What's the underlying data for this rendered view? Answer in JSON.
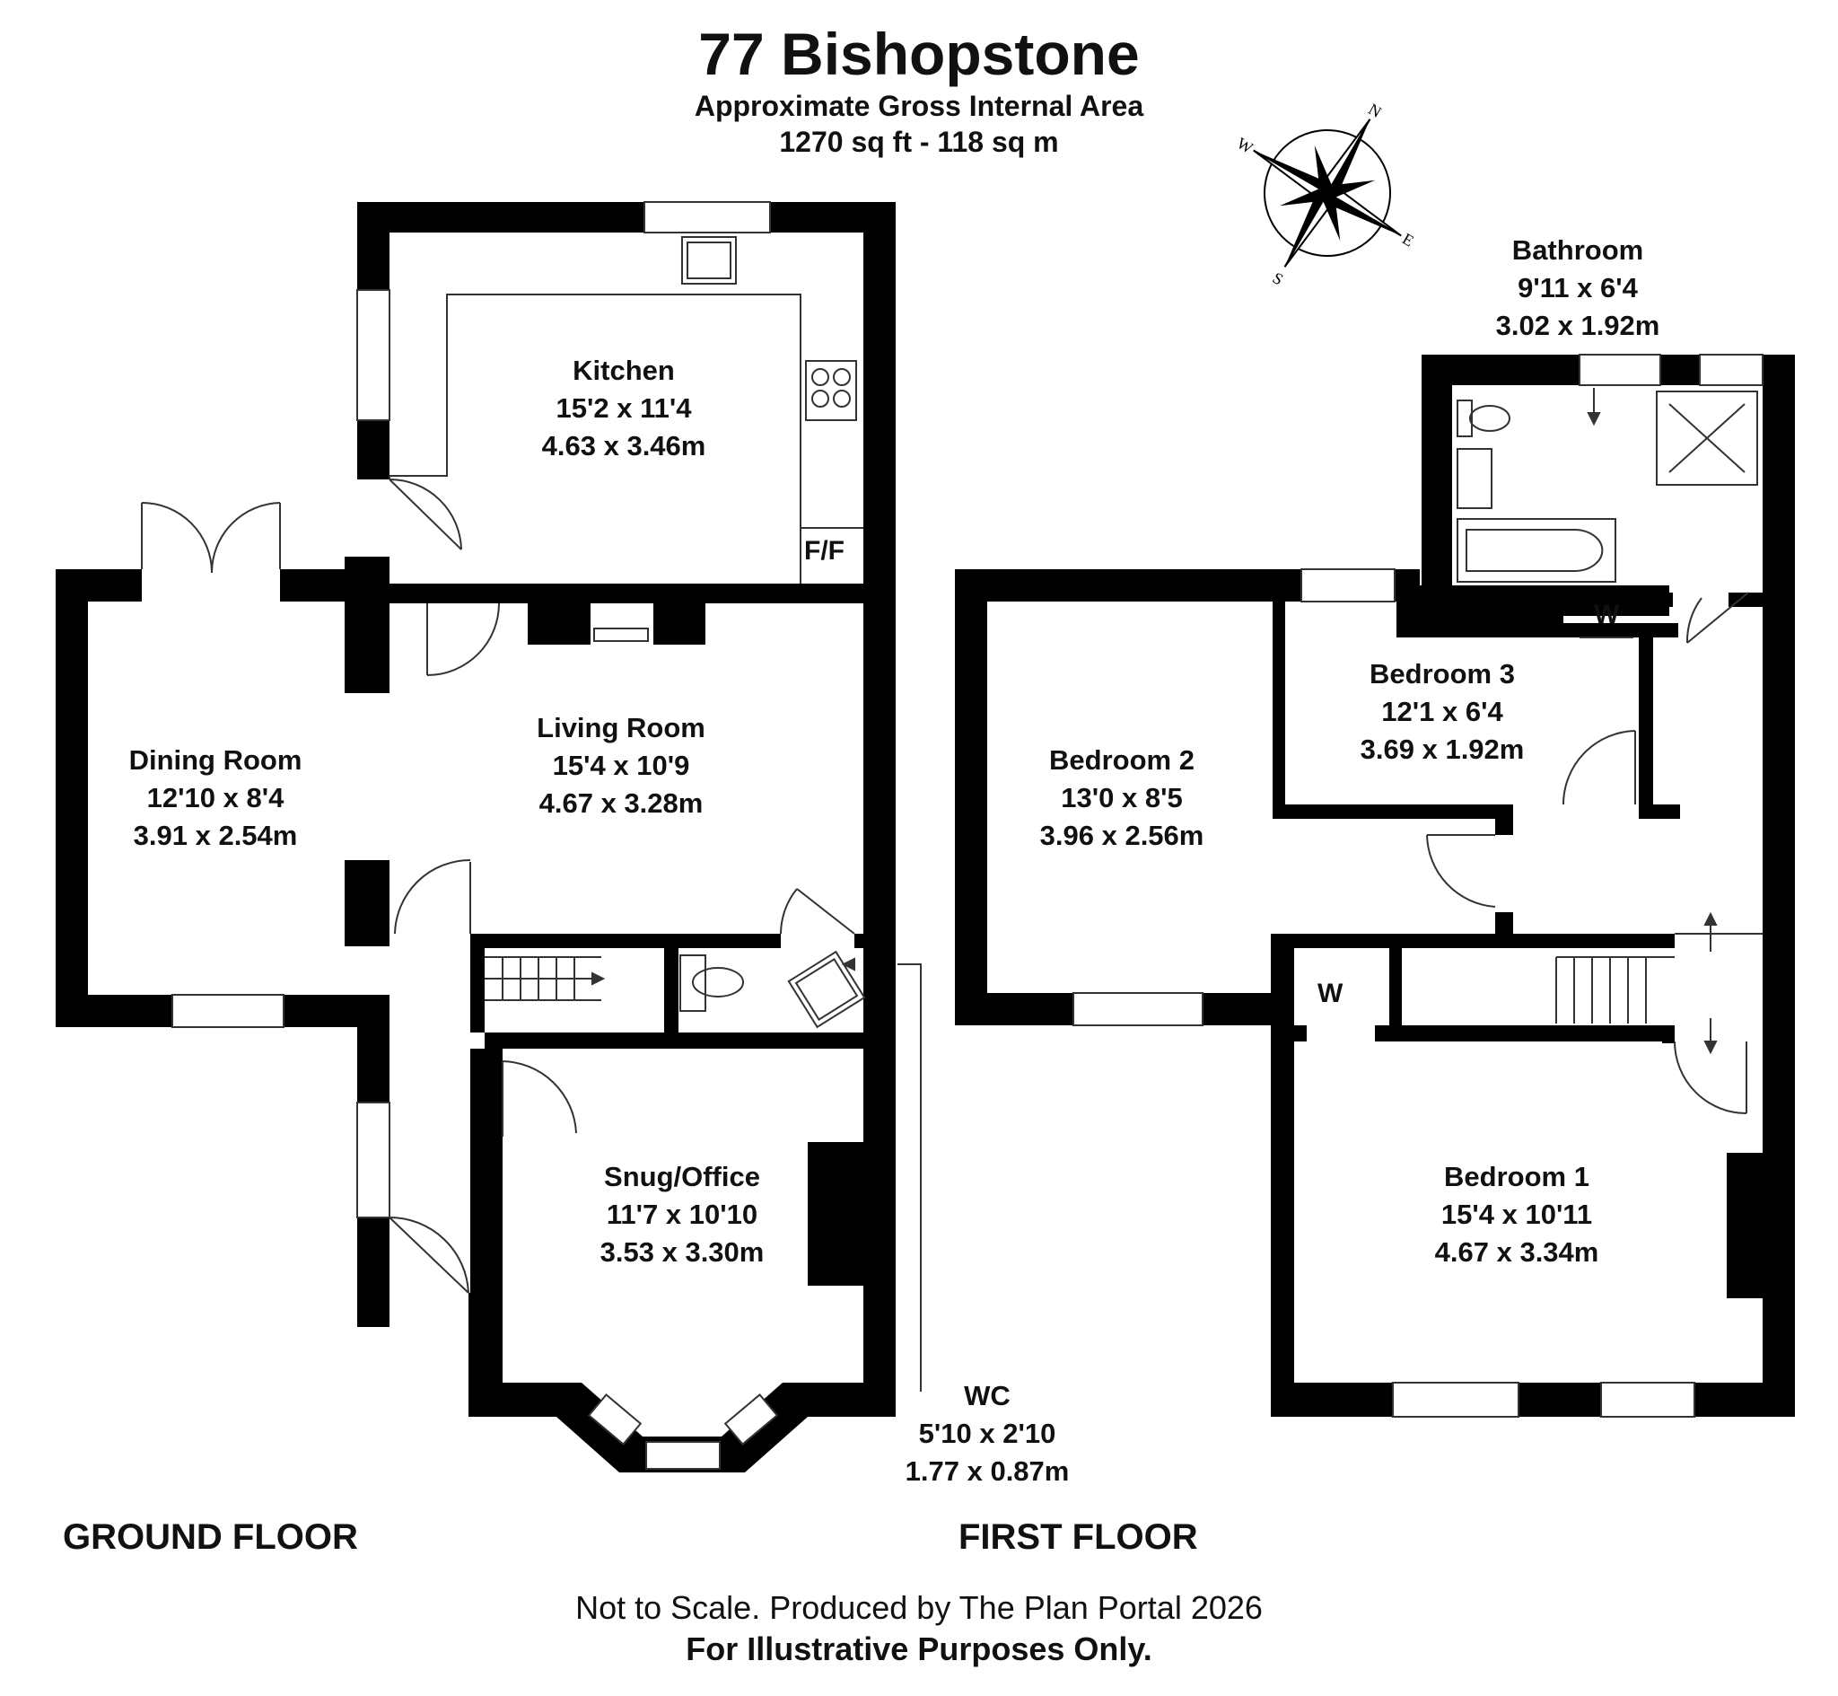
{
  "header": {
    "title": "77 Bishopstone",
    "subtitle": "Approximate Gross Internal Area",
    "area": "1270 sq ft - 118 sq m"
  },
  "compass": {
    "n": "N",
    "e": "E",
    "s": "S",
    "w": "W"
  },
  "rooms": {
    "kitchen": {
      "name": "Kitchen",
      "imperial": "15'2 x 11'4",
      "metric": "4.63 x 3.46m"
    },
    "living": {
      "name": "Living Room",
      "imperial": "15'4 x 10'9",
      "metric": "4.67 x 3.28m"
    },
    "dining": {
      "name": "Dining Room",
      "imperial": "12'10 x 8'4",
      "metric": "3.91 x 2.54m"
    },
    "snug": {
      "name": "Snug/Office",
      "imperial": "11'7 x 10'10",
      "metric": "3.53 x 3.30m"
    },
    "wc": {
      "name": "WC",
      "imperial": "5'10 x 2'10",
      "metric": "1.77 x 0.87m"
    },
    "bathroom": {
      "name": "Bathroom",
      "imperial": "9'11 x 6'4",
      "metric": "3.02 x 1.92m"
    },
    "bedroom2": {
      "name": "Bedroom 2",
      "imperial": "13'0 x 8'5",
      "metric": "3.96 x 2.56m"
    },
    "bedroom3": {
      "name": "Bedroom 3",
      "imperial": "12'1 x 6'4",
      "metric": "3.69 x 1.92m"
    },
    "bedroom1": {
      "name": "Bedroom 1",
      "imperial": "15'4 x 10'11",
      "metric": "4.67 x 3.34m"
    }
  },
  "fixtures": {
    "fridge_freezer": "F/F",
    "wardrobe": "W"
  },
  "floors": {
    "ground": "GROUND FLOOR",
    "first": "FIRST FLOOR"
  },
  "footer": {
    "disclaimer": "Not to Scale. Produced by The Plan Portal 2026",
    "illustrative": "For Illustrative Purposes Only."
  },
  "colors": {
    "wall": "#000000",
    "line": "#333333",
    "background": "#ffffff"
  }
}
